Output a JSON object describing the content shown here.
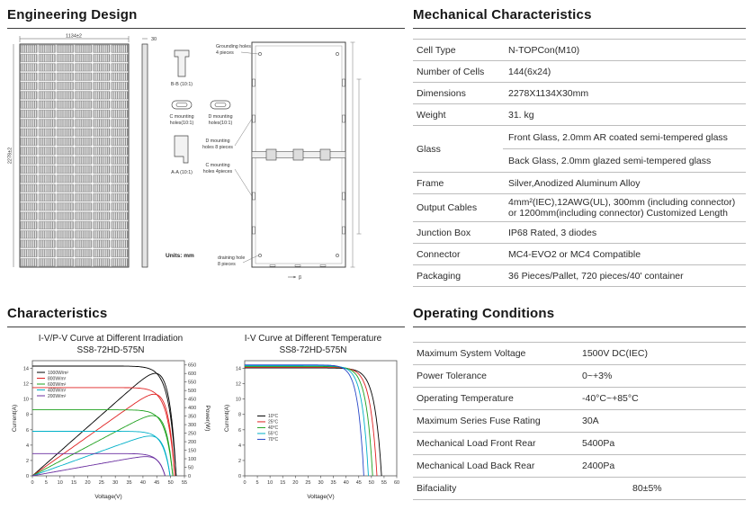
{
  "sections": {
    "engineering": "Engineering Design",
    "mechanical": "Mechanical Characteristics",
    "characteristics": "Characteristics",
    "operating": "Operating Conditions"
  },
  "engineering": {
    "labels": {
      "width_dim": "1134±2",
      "height_dim": "2278±2",
      "thickness_dim": "30",
      "section_bb": "B-B (10:1)",
      "section_aa": "A-A (10:1)",
      "c_mount_1": "C mounting",
      "c_mount_2": "holes(10:1)",
      "d_mount_1": "D mounting",
      "d_mount_2": "holes(10:1)",
      "d_pieces_1": "D mounting",
      "d_pieces_2": "holes 8 pieces",
      "c_pieces_1": "C mounting",
      "c_pieces_2": "holes 4pieces",
      "grounding_1": "Grounding holes",
      "grounding_2": "4 pieces",
      "draining_1": "draining hole",
      "draining_2": "8 pieces",
      "units": "Units:  mm",
      "beta": "β"
    }
  },
  "mechanical_table": {
    "rows": [
      {
        "label": "Cell Type",
        "value": "N-TOPCon(M10)"
      },
      {
        "label": "Number of Cells",
        "value": "144(6x24)"
      },
      {
        "label": "Dimensions",
        "value": "2278X1134X30mm"
      },
      {
        "label": "Weight",
        "value": "31.  kg"
      },
      {
        "label": "Glass",
        "value_front": "Front Glass, 2.0mm AR coated semi-tempered glass",
        "value_back": "Back Glass, 2.0mm glazed semi-tempered glass"
      },
      {
        "label": "Frame",
        "value": "Silver,Anodized Aluminum Alloy"
      },
      {
        "label": "Output Cables",
        "value": "4mm²(IEC),12AWG(UL), 300mm (including connector)  or 1200mm(including connector)  Customized Length"
      },
      {
        "label": "Junction Box",
        "value": "IP68 Rated, 3 diodes"
      },
      {
        "label": "Connector",
        "value": "MC4-EVO2 or MC4 Compatible"
      },
      {
        "label": "Packaging",
        "value": "36 Pieces/Pallet, 720 pieces/40' container"
      }
    ]
  },
  "operating_table": {
    "rows": [
      {
        "label": "Maximum System Voltage",
        "value": "1500V DC(IEC)"
      },
      {
        "label": "Power Tolerance",
        "value": "0~+3%"
      },
      {
        "label": "Operating Temperature",
        "value": "-40°C~+85°C"
      },
      {
        "label": "Maximum Series Fuse Rating",
        "value": "30A"
      },
      {
        "label": "Mechanical Load  Front  Rear",
        "value": "5400Pa"
      },
      {
        "label": "Mechanical Load  Back  Rear",
        "value": "2400Pa"
      },
      {
        "label": "Bifaciality",
        "value": "80±5%"
      }
    ]
  },
  "chart_data": [
    {
      "type": "line",
      "title": "I-V/P-V Curve at Different Irradiation",
      "subtitle": "SS8-72HD-575N",
      "xlabel": "Voltage(V)",
      "ylabel_left": "Current(A)",
      "ylabel_right": "Power(W)",
      "xlim": [
        0,
        55
      ],
      "xticks": [
        0,
        5,
        10,
        15,
        20,
        25,
        30,
        35,
        40,
        45,
        50,
        55
      ],
      "ylim_left": [
        0,
        15
      ],
      "yticks_left": [
        0,
        2,
        4,
        6,
        8,
        10,
        12,
        14
      ],
      "ylim_right": [
        0,
        675
      ],
      "yticks_right": [
        0,
        50,
        100,
        150,
        200,
        250,
        300,
        350,
        400,
        450,
        500,
        550,
        600,
        650
      ],
      "grid": false,
      "legend_position": "top-left",
      "series": [
        {
          "name": "1000W/m²",
          "color": "#000000",
          "isc": 14.3,
          "vmp": 43.0,
          "imp": 13.4,
          "voc": 52.0,
          "pmax": 575
        },
        {
          "name": "800W/m²",
          "color": "#e02121",
          "isc": 11.5,
          "vmp": 42.8,
          "imp": 10.8,
          "voc": 51.5,
          "pmax": 461
        },
        {
          "name": "600W/m²",
          "color": "#1fa11f",
          "isc": 8.6,
          "vmp": 42.4,
          "imp": 8.1,
          "voc": 50.8,
          "pmax": 344
        },
        {
          "name": "400W/m²",
          "color": "#00b0c8",
          "isc": 5.8,
          "vmp": 41.8,
          "imp": 5.4,
          "voc": 49.8,
          "pmax": 228
        },
        {
          "name": "200W/m²",
          "color": "#6a2fa0",
          "isc": 2.9,
          "vmp": 40.6,
          "imp": 2.7,
          "voc": 48.0,
          "pmax": 110
        }
      ]
    },
    {
      "type": "line",
      "title": "I-V Curve at Different Temperature",
      "subtitle": "SS8-72HD-575N",
      "xlabel": "Voltage(V)",
      "ylabel_left": "Current(A)",
      "xlim": [
        0,
        60
      ],
      "xticks": [
        0,
        5,
        10,
        15,
        20,
        25,
        30,
        35,
        40,
        45,
        50,
        55,
        60
      ],
      "ylim_left": [
        0,
        15
      ],
      "yticks_left": [
        0,
        2,
        4,
        6,
        8,
        10,
        12,
        14
      ],
      "grid": false,
      "legend_position": "middle-left",
      "series": [
        {
          "name": "10°C",
          "color": "#000000",
          "isc": 14.05,
          "voc": 54.0
        },
        {
          "name": "25°C",
          "color": "#e02121",
          "isc": 14.15,
          "voc": 52.2
        },
        {
          "name": "40°C",
          "color": "#1fa11f",
          "isc": 14.25,
          "voc": 50.5
        },
        {
          "name": "55°C",
          "color": "#00b0c8",
          "isc": 14.35,
          "voc": 48.8
        },
        {
          "name": "70°C",
          "color": "#2847c8",
          "isc": 14.45,
          "voc": 47.0
        }
      ]
    }
  ]
}
